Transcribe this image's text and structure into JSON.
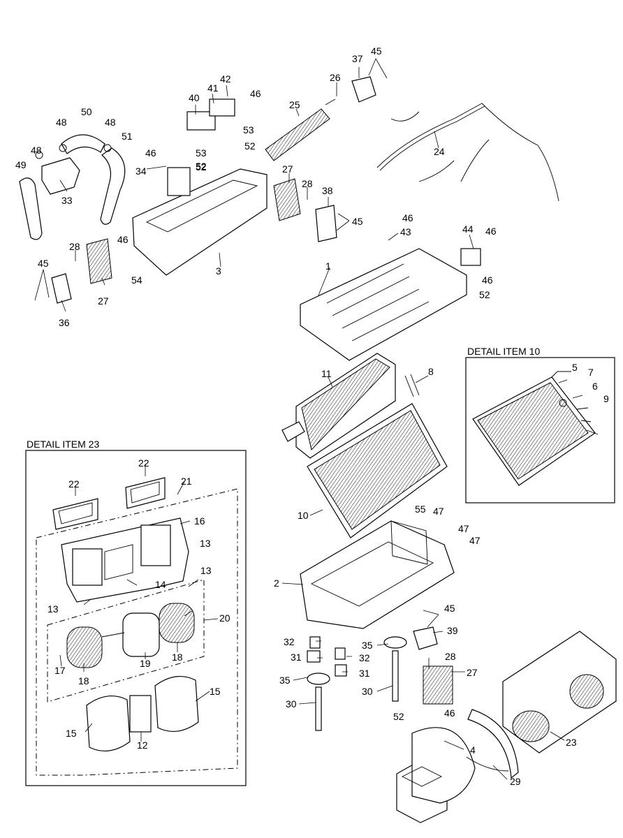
{
  "details": {
    "item10": "DETAIL ITEM 10",
    "item23": "DETAIL ITEM 23"
  },
  "labels": [
    {
      "id": "l1",
      "text": "1"
    },
    {
      "id": "l2",
      "text": "2"
    },
    {
      "id": "l3",
      "text": "3"
    },
    {
      "id": "l4",
      "text": "4"
    },
    {
      "id": "l5",
      "text": "5"
    },
    {
      "id": "l6",
      "text": "6"
    },
    {
      "id": "l7",
      "text": "7"
    },
    {
      "id": "l8",
      "text": "8"
    },
    {
      "id": "l9",
      "text": "9"
    },
    {
      "id": "l10",
      "text": "10"
    },
    {
      "id": "l11",
      "text": "11"
    },
    {
      "id": "l12",
      "text": "12"
    },
    {
      "id": "l13a",
      "text": "13"
    },
    {
      "id": "l13b",
      "text": "13"
    },
    {
      "id": "l13c",
      "text": "13"
    },
    {
      "id": "l14",
      "text": "14"
    },
    {
      "id": "l15a",
      "text": "15"
    },
    {
      "id": "l15b",
      "text": "15"
    },
    {
      "id": "l16",
      "text": "16"
    },
    {
      "id": "l17",
      "text": "17"
    },
    {
      "id": "l18a",
      "text": "18"
    },
    {
      "id": "l18b",
      "text": "18"
    },
    {
      "id": "l19",
      "text": "19"
    },
    {
      "id": "l20",
      "text": "20"
    },
    {
      "id": "l21",
      "text": "21"
    },
    {
      "id": "l22a",
      "text": "22"
    },
    {
      "id": "l22b",
      "text": "22"
    },
    {
      "id": "l23",
      "text": "23"
    },
    {
      "id": "l24",
      "text": "24"
    },
    {
      "id": "l25",
      "text": "25"
    },
    {
      "id": "l26",
      "text": "26"
    },
    {
      "id": "l27a",
      "text": "27"
    },
    {
      "id": "l27b",
      "text": "27"
    },
    {
      "id": "l27c",
      "text": "27"
    },
    {
      "id": "l28a",
      "text": "28"
    },
    {
      "id": "l28b",
      "text": "28"
    },
    {
      "id": "l28c",
      "text": "28"
    },
    {
      "id": "l29",
      "text": "29"
    },
    {
      "id": "l30a",
      "text": "30"
    },
    {
      "id": "l30b",
      "text": "30"
    },
    {
      "id": "l31a",
      "text": "31"
    },
    {
      "id": "l31b",
      "text": "31"
    },
    {
      "id": "l32a",
      "text": "32"
    },
    {
      "id": "l32b",
      "text": "32"
    },
    {
      "id": "l33",
      "text": "33"
    },
    {
      "id": "l34",
      "text": "34"
    },
    {
      "id": "l35a",
      "text": "35"
    },
    {
      "id": "l35b",
      "text": "35"
    },
    {
      "id": "l36",
      "text": "36"
    },
    {
      "id": "l37",
      "text": "37"
    },
    {
      "id": "l38",
      "text": "38"
    },
    {
      "id": "l39",
      "text": "39"
    },
    {
      "id": "l40",
      "text": "40"
    },
    {
      "id": "l41",
      "text": "41"
    },
    {
      "id": "l42",
      "text": "42"
    },
    {
      "id": "l43",
      "text": "43"
    },
    {
      "id": "l44",
      "text": "44"
    },
    {
      "id": "l45a",
      "text": "45"
    },
    {
      "id": "l45b",
      "text": "45"
    },
    {
      "id": "l45c",
      "text": "45"
    },
    {
      "id": "l45d",
      "text": "45"
    },
    {
      "id": "l46a",
      "text": "46"
    },
    {
      "id": "l46b",
      "text": "46"
    },
    {
      "id": "l46c",
      "text": "46"
    },
    {
      "id": "l46d",
      "text": "46"
    },
    {
      "id": "l46e",
      "text": "46"
    },
    {
      "id": "l46f",
      "text": "46"
    },
    {
      "id": "l46g",
      "text": "46"
    },
    {
      "id": "l47a",
      "text": "47"
    },
    {
      "id": "l47b",
      "text": "47"
    },
    {
      "id": "l47c",
      "text": "47"
    },
    {
      "id": "l48a",
      "text": "48"
    },
    {
      "id": "l48b",
      "text": "48"
    },
    {
      "id": "l48c",
      "text": "48"
    },
    {
      "id": "l49",
      "text": "49"
    },
    {
      "id": "l50",
      "text": "50"
    },
    {
      "id": "l51",
      "text": "51"
    },
    {
      "id": "l52a",
      "text": "52"
    },
    {
      "id": "l52b",
      "text": "52"
    },
    {
      "id": "l52c",
      "text": "52"
    },
    {
      "id": "l52d",
      "text": "52"
    },
    {
      "id": "l52e",
      "text": "52"
    },
    {
      "id": "l53a",
      "text": "53"
    },
    {
      "id": "l53b",
      "text": "53"
    },
    {
      "id": "l54",
      "text": "54"
    },
    {
      "id": "l55",
      "text": "55"
    }
  ]
}
